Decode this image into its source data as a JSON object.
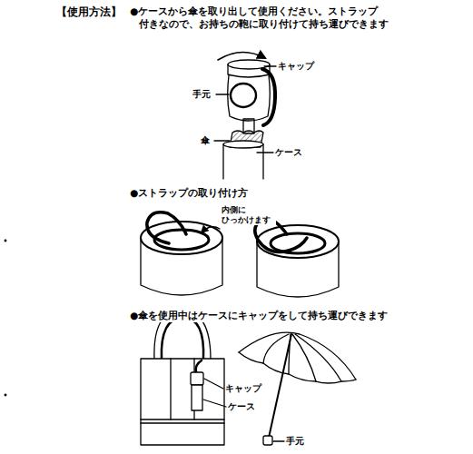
{
  "diagram": {
    "title": "【使用方法】",
    "labels": [
      "●ケースから傘を取り出して使用ください。ストラップ 付きなので、お持ちの鞄に取り付けて持ち運びできます",
      "キャップ",
      "手元",
      "傘",
      "ケース",
      "●ストラップの取り付け方",
      "内側に ひっかけます",
      "●傘を使用中はケースにキャップをして持ち運びできます",
      "キャップ",
      "ケース",
      "手元"
    ]
  }
}
